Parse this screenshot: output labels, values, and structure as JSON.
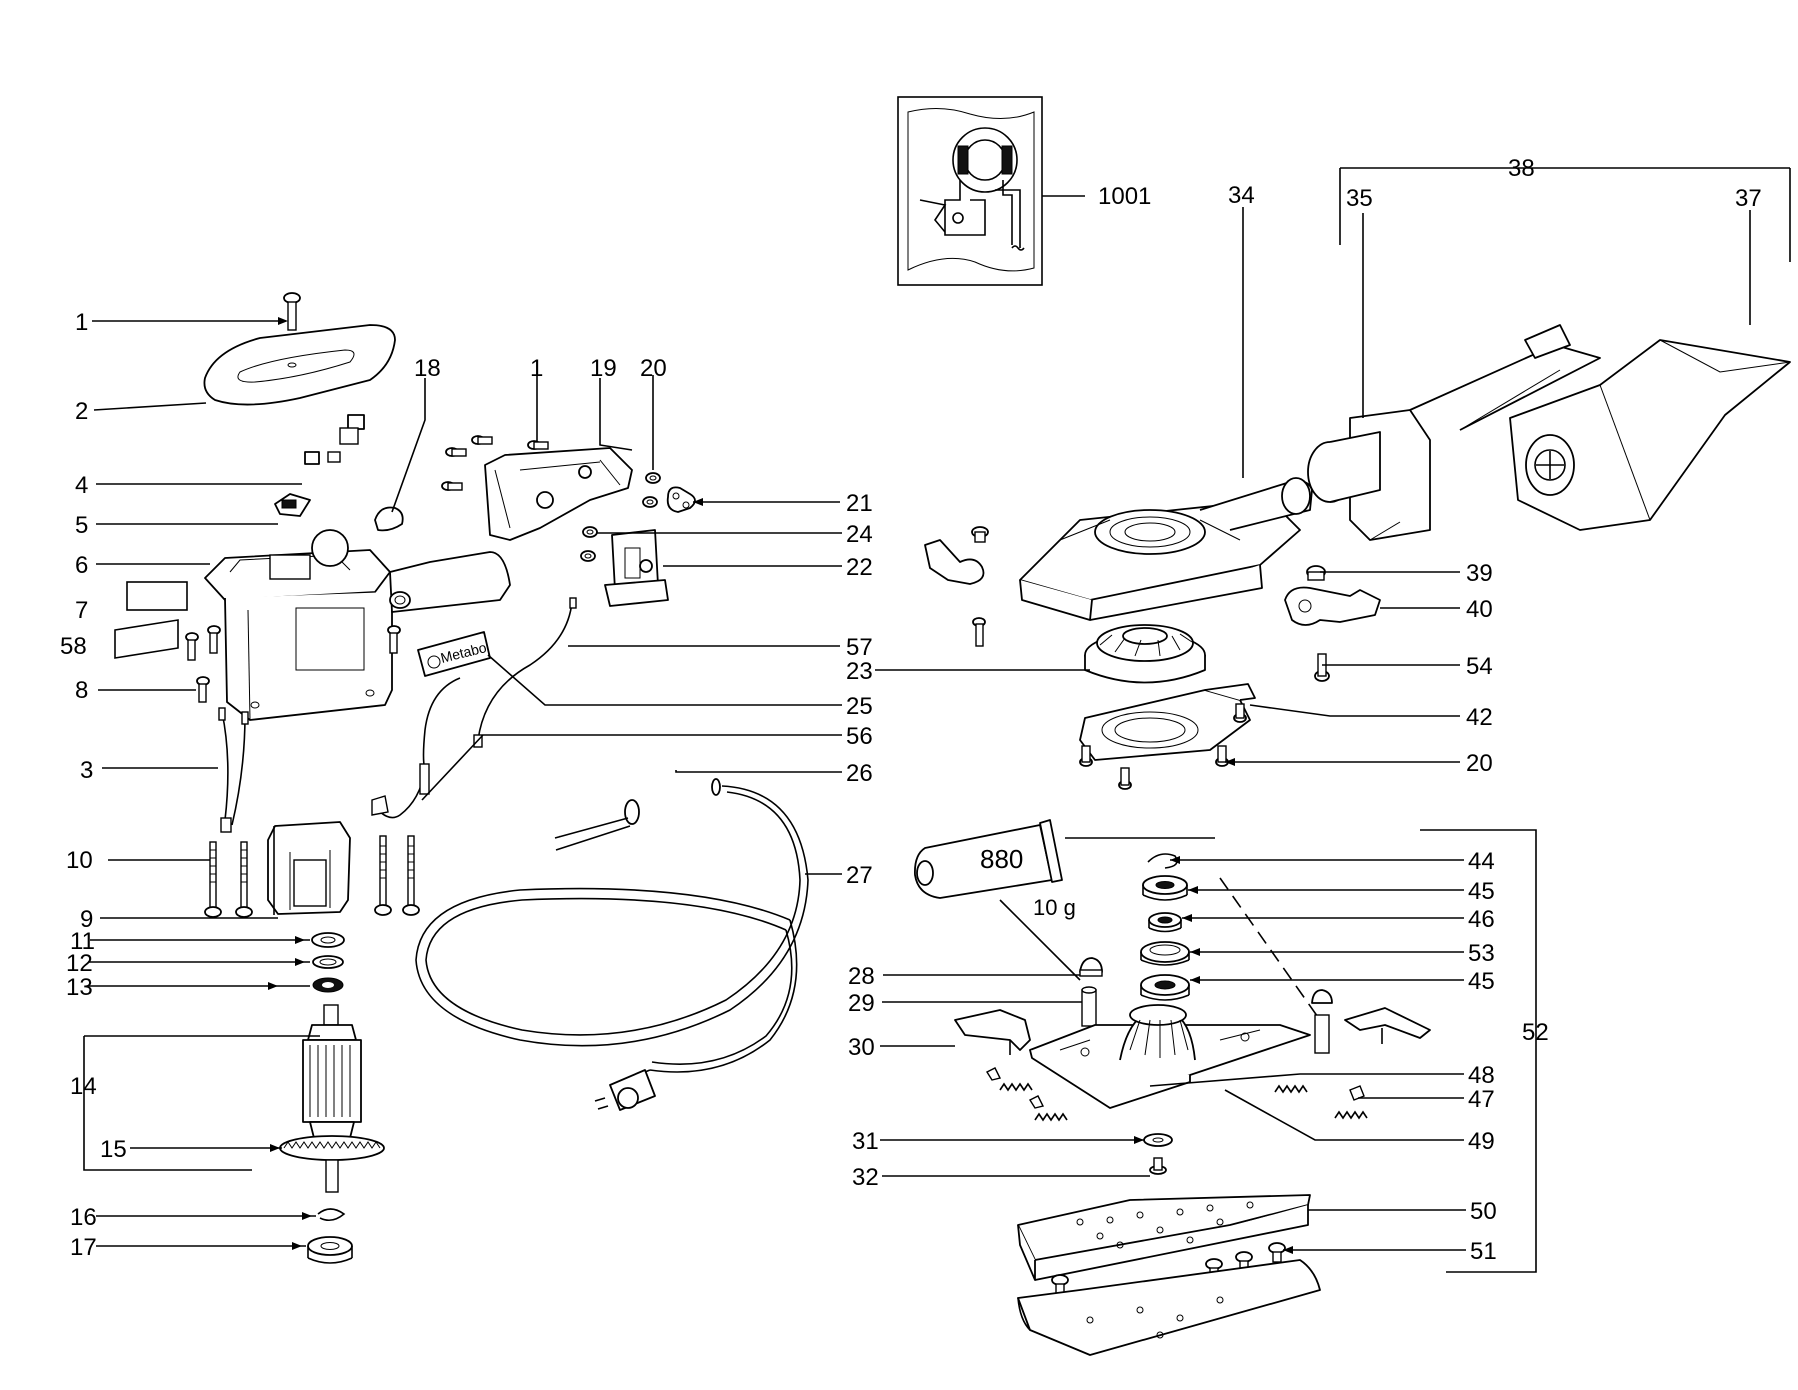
{
  "callouts": {
    "c1001": "1001",
    "c34": "34",
    "c38": "38",
    "c35": "35",
    "c37": "37",
    "c1a": "1",
    "c2": "2",
    "c4": "4",
    "c5": "5",
    "c6": "6",
    "c7": "7",
    "c58": "58",
    "c8": "8",
    "c3": "3",
    "c10": "10",
    "c9": "9",
    "c11": "11",
    "c12": "12",
    "c13": "13",
    "c14": "14",
    "c15": "15",
    "c16": "16",
    "c17": "17",
    "c18": "18",
    "c1b": "1",
    "c19": "19",
    "c20a": "20",
    "c21": "21",
    "c24": "24",
    "c22": "22",
    "c57": "57",
    "c25": "25",
    "c56": "56",
    "c26": "26",
    "c27": "27",
    "c23": "23",
    "c39": "39",
    "c40": "40",
    "c54": "54",
    "c42": "42",
    "c20b": "20",
    "c44": "44",
    "c45a": "45",
    "c46": "46",
    "c53": "53",
    "c45b": "45",
    "c28": "28",
    "c29": "29",
    "c30": "30",
    "c48": "48",
    "c47": "47",
    "c52": "52",
    "c49": "49",
    "c31": "31",
    "c32": "32",
    "c50": "50",
    "c51": "51"
  },
  "labels": {
    "brand": "Metabo",
    "grease_code": "880",
    "grease_amount": "10 g"
  }
}
